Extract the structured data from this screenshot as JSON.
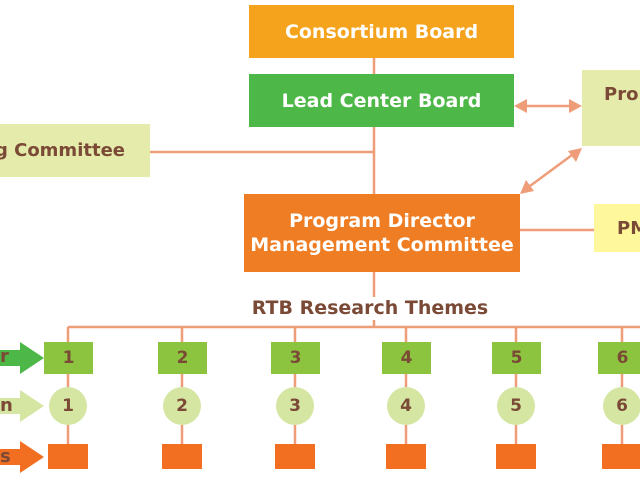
{
  "boxes": {
    "consortium_board": "Consortium Board",
    "lead_center_board": "Lead Center Board",
    "committee_fragment": "g Committee",
    "partner_fragment": "Pro",
    "pdmc_line1": "Program Director",
    "pdmc_line2": "Management Committee",
    "pmu_fragment": "PM"
  },
  "themes_title": "RTB Research Themes",
  "row_labels": {
    "row1": "r",
    "row2": "n",
    "row3": "s"
  },
  "themes": [
    {
      "square_label": "1",
      "circle_label": "1"
    },
    {
      "square_label": "2",
      "circle_label": "2"
    },
    {
      "square_label": "3",
      "circle_label": "3"
    },
    {
      "square_label": "4",
      "circle_label": "4"
    },
    {
      "square_label": "5",
      "circle_label": "5"
    },
    {
      "square_label": "6",
      "circle_label": "6"
    }
  ],
  "colors": {
    "orange": "#f5a31c",
    "green": "#4db848",
    "light_green": "#e5ebaa",
    "dark_orange": "#ef7d24",
    "yellow": "#fff79b",
    "connector": "#ef9c79",
    "text_brown": "#7a4a36"
  }
}
